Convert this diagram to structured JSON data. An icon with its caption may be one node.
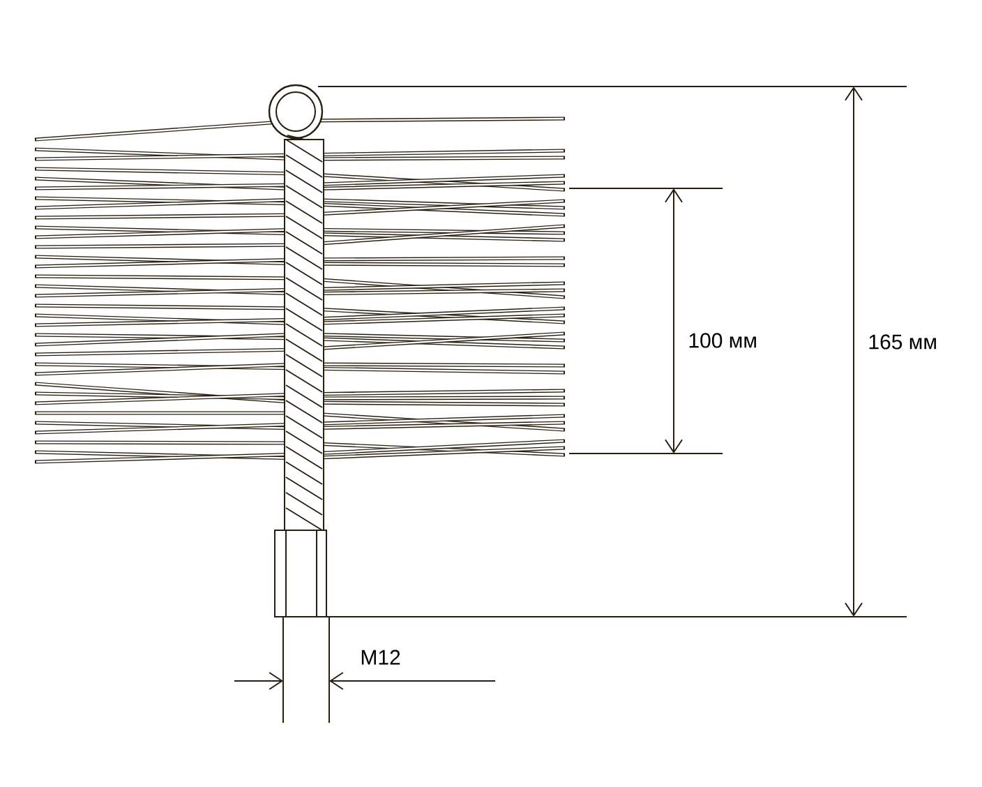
{
  "diagram": {
    "labels": [
      "100 мм",
      "165 мм",
      "M12"
    ]
  }
}
